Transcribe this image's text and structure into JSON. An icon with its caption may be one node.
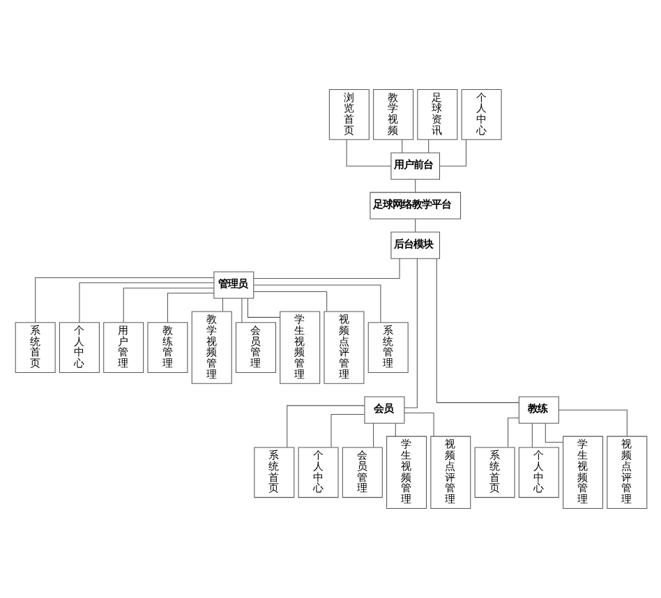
{
  "diagram": {
    "nodes": [
      {
        "text": [
          "浏览首页"
        ]
      },
      {
        "text": [
          "教学视频"
        ]
      },
      {
        "text": [
          "足球资讯"
        ]
      },
      {
        "text": [
          "个人中心"
        ]
      },
      {
        "text": [
          "用户前台"
        ]
      },
      {
        "text": [
          "足球网络教学平台"
        ]
      },
      {
        "text": [
          "后台模块"
        ]
      },
      {
        "text": [
          "管理员"
        ]
      },
      {
        "text": [
          "系统首页"
        ]
      },
      {
        "text": [
          "个人中心"
        ]
      },
      {
        "text": [
          "用户管理"
        ]
      },
      {
        "text": [
          "教练管理"
        ]
      },
      {
        "text": [
          "教学视频管理"
        ]
      },
      {
        "text": [
          "会员管理"
        ]
      },
      {
        "text": [
          "学生视频管理"
        ]
      },
      {
        "text": [
          "视频点评管理"
        ]
      },
      {
        "text": [
          "系统管理"
        ]
      },
      {
        "text": [
          "会员"
        ]
      },
      {
        "text": [
          "系统首页"
        ]
      },
      {
        "text": [
          "个人中心"
        ]
      },
      {
        "text": [
          "会员管理"
        ]
      },
      {
        "text": [
          "学生视频管理"
        ]
      },
      {
        "text": [
          "视频点评管理"
        ]
      },
      {
        "text": [
          "教练"
        ]
      },
      {
        "text": [
          "系统首页"
        ]
      },
      {
        "text": [
          "个人中心"
        ]
      },
      {
        "text": [
          "学生视频管理"
        ]
      },
      {
        "text": [
          "视频点评管理"
        ]
      }
    ],
    "edges": [
      {
        "from": 0,
        "to": 4,
        "arrow": "none"
      },
      {
        "from": 1,
        "to": 4,
        "arrow": "none"
      },
      {
        "from": 2,
        "to": 4,
        "arrow": "none"
      },
      {
        "from": 3,
        "to": 4,
        "arrow": "none"
      },
      {
        "from": 4,
        "to": 5,
        "arrow": "none"
      },
      {
        "from": 5,
        "to": 6,
        "arrow": "none"
      },
      {
        "from": 6,
        "to": 7,
        "arrow": "none"
      },
      {
        "from": 6,
        "to": 17,
        "arrow": "none"
      },
      {
        "from": 6,
        "to": 23,
        "arrow": "none"
      },
      {
        "from": 7,
        "to": 8,
        "arrow": "none"
      },
      {
        "from": 7,
        "to": 9,
        "arrow": "none"
      },
      {
        "from": 7,
        "to": 10,
        "arrow": "none"
      },
      {
        "from": 7,
        "to": 11,
        "arrow": "none"
      },
      {
        "from": 7,
        "to": 12,
        "arrow": "none"
      },
      {
        "from": 7,
        "to": 13,
        "arrow": "none"
      },
      {
        "from": 7,
        "to": 14,
        "arrow": "none"
      },
      {
        "from": 7,
        "to": 15,
        "arrow": "none"
      },
      {
        "from": 7,
        "to": 16,
        "arrow": "none"
      },
      {
        "from": 17,
        "to": 18,
        "arrow": "none"
      },
      {
        "from": 17,
        "to": 19,
        "arrow": "none"
      },
      {
        "from": 17,
        "to": 20,
        "arrow": "none"
      },
      {
        "from": 17,
        "to": 21,
        "arrow": "none"
      },
      {
        "from": 17,
        "to": 22,
        "arrow": "none"
      },
      {
        "from": 23,
        "to": 24,
        "arrow": "none"
      },
      {
        "from": 23,
        "to": 25,
        "arrow": "none"
      },
      {
        "from": 23,
        "to": 26,
        "arrow": "none"
      },
      {
        "from": 23,
        "to": 27,
        "arrow": "none"
      }
    ]
  }
}
